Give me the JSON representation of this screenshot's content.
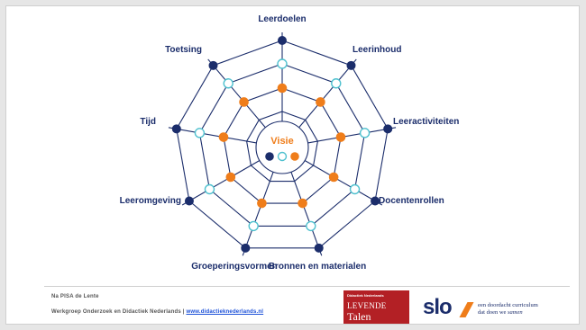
{
  "diagram": {
    "center_label": "Visie",
    "labels": [
      "Leerdoelen",
      "Leerinhoud",
      "Leeractiviteiten",
      "Docentenrollen",
      "Bronnen en materialen",
      "Groeperingsvormen",
      "Leeromgeving",
      "Tijd",
      "Toetsing"
    ],
    "colors": {
      "navy": "#1b2d6b",
      "orange": "#ef7d1a",
      "teal": "#4fc1cf",
      "line": "#1b2d6b"
    }
  },
  "footer": {
    "title": "Na PISA de Lente",
    "credit": "Werkgroep Onderzoek en Didactiek Nederlands |",
    "link": "www.didactieknederlands.nl"
  },
  "logos": {
    "levende_talen": {
      "small": "Didactiek Nederlands",
      "line1": "LEVENDE",
      "line2": "Talen"
    },
    "slo": {
      "word": "slo",
      "tagline1": "een doordacht curriculum",
      "tagline2a": "dat doen we",
      "tagline2b": "samen"
    }
  }
}
